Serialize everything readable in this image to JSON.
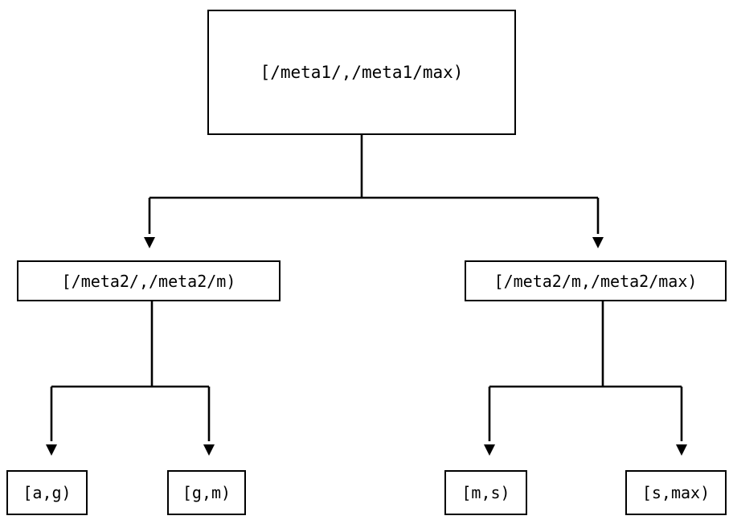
{
  "diagram": {
    "type": "binary-interval-tree",
    "orientation": "top-down",
    "background_color": "#ffffff",
    "line_color": "#000000",
    "text_color": "#000000",
    "nodes": {
      "root": {
        "label": "[/meta1/,/meta1/max)"
      },
      "level2": [
        {
          "label": "[/meta2/,/meta2/m)"
        },
        {
          "label": "[/meta2/m,/meta2/max)"
        }
      ],
      "leaves": [
        {
          "label": "[a,g)"
        },
        {
          "label": "[g,m)"
        },
        {
          "label": "[m,s)"
        },
        {
          "label": "[s,max)"
        }
      ]
    },
    "edges": [
      {
        "from": "root",
        "to": "[/meta2/,/meta2/m)",
        "arrow": "triangle-down"
      },
      {
        "from": "root",
        "to": "[/meta2/m,/meta2/max)",
        "arrow": "triangle-down"
      },
      {
        "from": "[/meta2/,/meta2/m)",
        "to": "[a,g)",
        "arrow": "triangle-down"
      },
      {
        "from": "[/meta2/,/meta2/m)",
        "to": "[g,m)",
        "arrow": "triangle-down"
      },
      {
        "from": "[/meta2/m,/meta2/max)",
        "to": "[m,s)",
        "arrow": "triangle-down"
      },
      {
        "from": "[/meta2/m,/meta2/max)",
        "to": "[s,max)",
        "arrow": "triangle-down"
      }
    ]
  }
}
